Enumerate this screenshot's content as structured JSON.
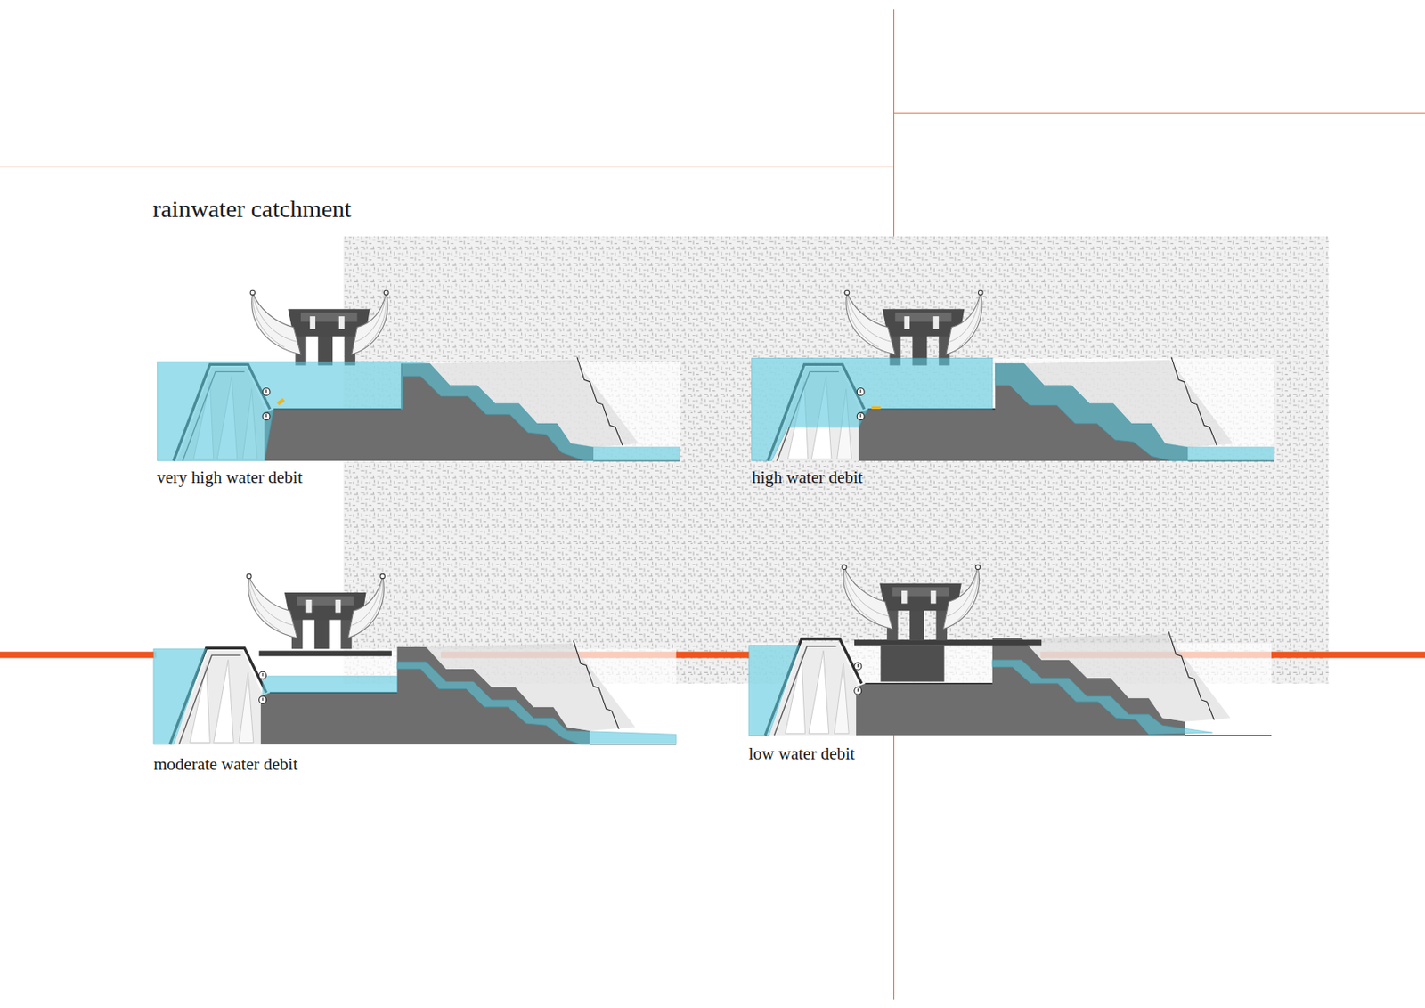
{
  "diagram": {
    "title": "rainwater catchment",
    "labels": [
      "very high water debit",
      "high water debit",
      "moderate water debit",
      "low water debit"
    ]
  }
}
